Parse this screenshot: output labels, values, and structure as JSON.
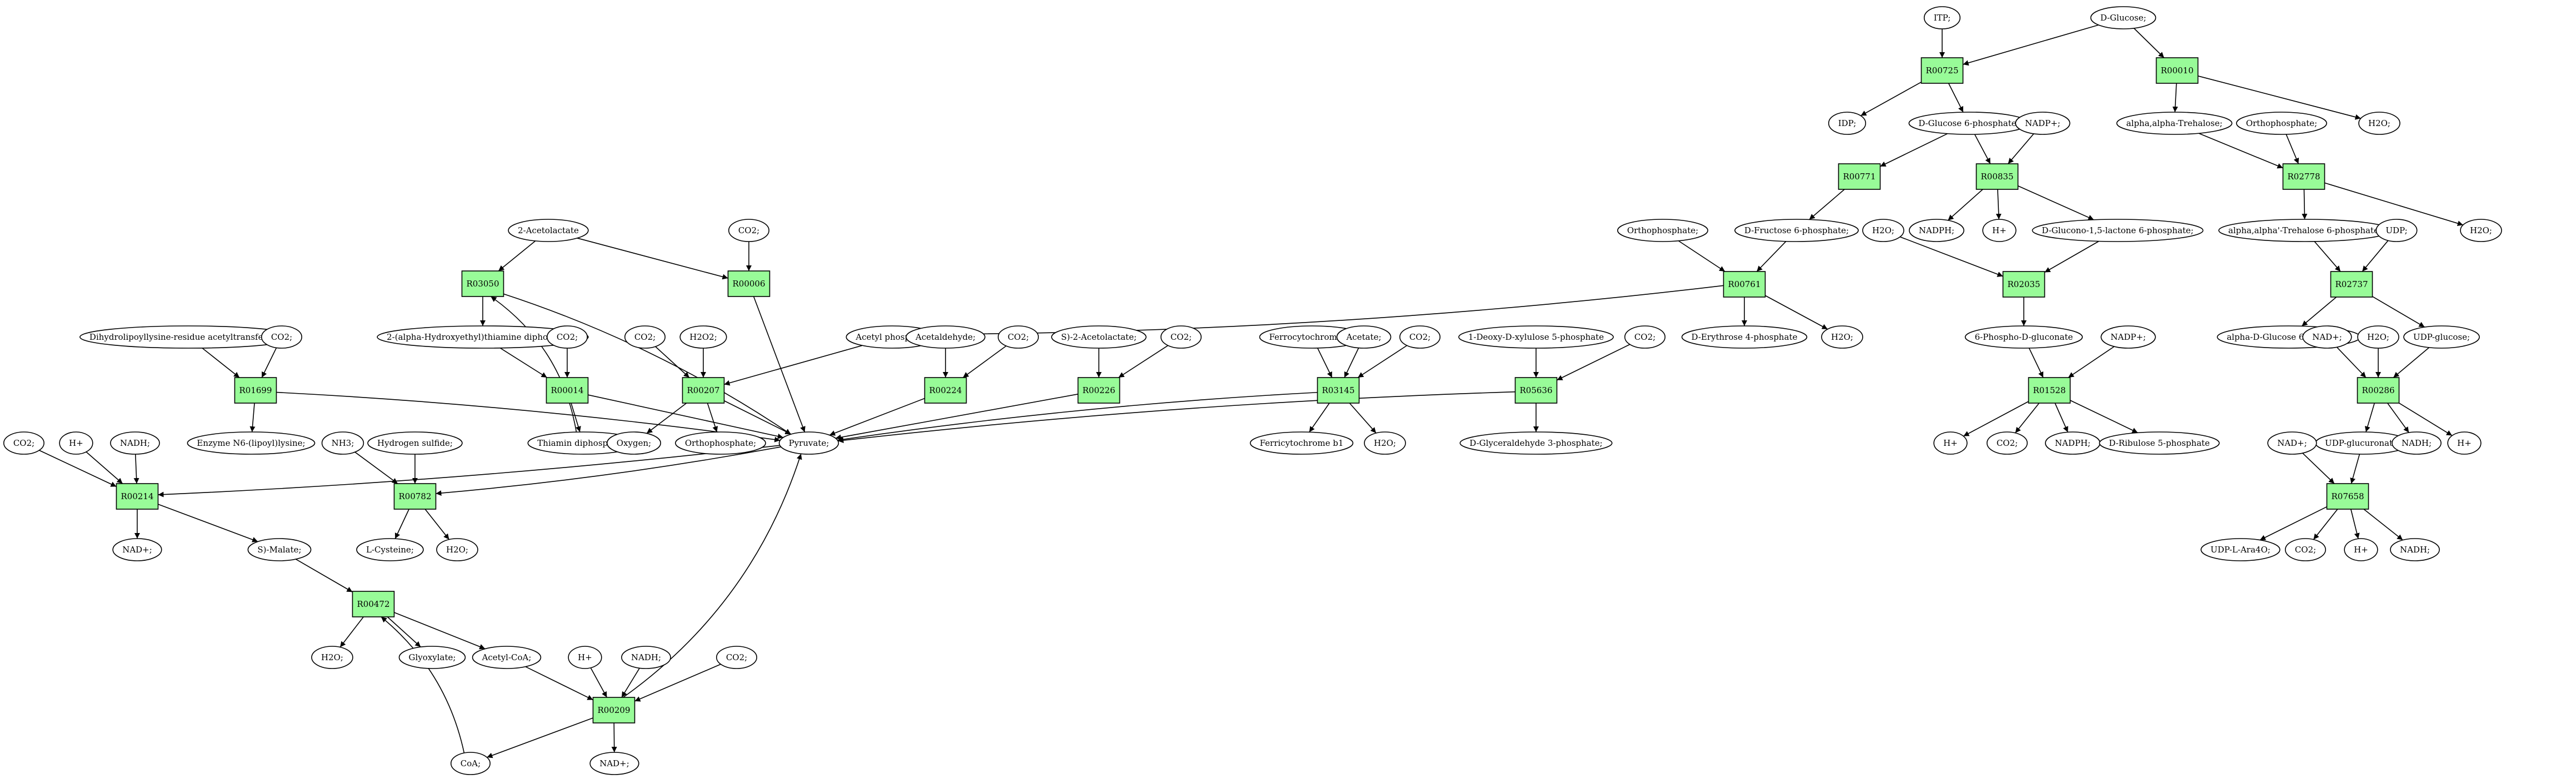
{
  "diagram": {
    "colors": {
      "reaction_fill": "#98fb98",
      "start_fill": "#00ee00",
      "target_fill": "#ffff00",
      "stroke": "#000000",
      "background": "#ffffff"
    },
    "nodes": [
      {
        "id": "r00725",
        "label": "R00725",
        "kind": "reaction"
      },
      {
        "id": "r00010",
        "label": "R00010",
        "kind": "reaction"
      },
      {
        "id": "r00771",
        "label": "R00771",
        "kind": "reaction"
      },
      {
        "id": "r00835",
        "label": "R00835",
        "kind": "reaction"
      },
      {
        "id": "r02778",
        "label": "R02778",
        "kind": "reaction"
      },
      {
        "id": "r00761",
        "label": "R00761",
        "kind": "reaction"
      },
      {
        "id": "r02035",
        "label": "R02035",
        "kind": "reaction"
      },
      {
        "id": "r02737",
        "label": "R02737",
        "kind": "reaction"
      },
      {
        "id": "r03050",
        "label": "R03050",
        "kind": "reaction"
      },
      {
        "id": "r00006",
        "label": "R00006",
        "kind": "reaction"
      },
      {
        "id": "r01699",
        "label": "R01699",
        "kind": "reaction"
      },
      {
        "id": "r00014",
        "label": "R00014",
        "kind": "reaction"
      },
      {
        "id": "r00207",
        "label": "R00207",
        "kind": "reaction"
      },
      {
        "id": "r00224",
        "label": "R00224",
        "kind": "reaction"
      },
      {
        "id": "r00226",
        "label": "R00226",
        "kind": "reaction"
      },
      {
        "id": "r03145",
        "label": "R03145",
        "kind": "reaction"
      },
      {
        "id": "r05636",
        "label": "R05636",
        "kind": "reaction"
      },
      {
        "id": "r01528",
        "label": "R01528",
        "kind": "reaction"
      },
      {
        "id": "r00286",
        "label": "R00286",
        "kind": "reaction"
      },
      {
        "id": "r00214",
        "label": "R00214",
        "kind": "reaction"
      },
      {
        "id": "r00782",
        "label": "R00782",
        "kind": "reaction"
      },
      {
        "id": "r07658",
        "label": "R07658",
        "kind": "reaction"
      },
      {
        "id": "r00472",
        "label": "R00472",
        "kind": "reaction"
      },
      {
        "id": "r00209",
        "label": "R00209",
        "kind": "reaction"
      },
      {
        "id": "itp",
        "label": "ITP;",
        "kind": "compound"
      },
      {
        "id": "dglucose",
        "label": "D-Glucose;",
        "kind": "start"
      },
      {
        "id": "idp",
        "label": "IDP;",
        "kind": "compound"
      },
      {
        "id": "g6p",
        "label": "D-Glucose 6-phosphate;",
        "kind": "compound"
      },
      {
        "id": "nadp_a",
        "label": "NADP+;",
        "kind": "compound"
      },
      {
        "id": "trehalose",
        "label": "alpha,alpha-Trehalose;",
        "kind": "compound"
      },
      {
        "id": "ortho_a",
        "label": "Orthophosphate;",
        "kind": "compound"
      },
      {
        "id": "h2o_a",
        "label": "H2O;",
        "kind": "compound"
      },
      {
        "id": "ortho_b",
        "label": "Orthophosphate;",
        "kind": "compound"
      },
      {
        "id": "f6p",
        "label": "D-Fructose 6-phosphate;",
        "kind": "compound"
      },
      {
        "id": "h2o_b",
        "label": "H2O;",
        "kind": "compound"
      },
      {
        "id": "nadph_a",
        "label": "NADPH;",
        "kind": "compound"
      },
      {
        "id": "h_a",
        "label": "H+",
        "kind": "compound"
      },
      {
        "id": "glucono",
        "label": "D-Glucono-1,5-lactone 6-phosphate;",
        "kind": "compound"
      },
      {
        "id": "tre6p",
        "label": "alpha,alpha'-Trehalose 6-phosphate;",
        "kind": "compound"
      },
      {
        "id": "udp",
        "label": "UDP;",
        "kind": "compound"
      },
      {
        "id": "h2o_c",
        "label": "H2O;",
        "kind": "compound"
      },
      {
        "id": "e4p",
        "label": "D-Erythrose 4-phosphate",
        "kind": "compound"
      },
      {
        "id": "h2o_d",
        "label": "H2O;",
        "kind": "compound"
      },
      {
        "id": "pgluconate",
        "label": "6-Phospho-D-gluconate",
        "kind": "compound"
      },
      {
        "id": "nadp_b",
        "label": "NADP+;",
        "kind": "compound"
      },
      {
        "id": "adg6p",
        "label": "alpha-D-Glucose 6-phosphate",
        "kind": "compound"
      },
      {
        "id": "nad_a",
        "label": "NAD+;",
        "kind": "compound"
      },
      {
        "id": "h2o_e",
        "label": "H2O;",
        "kind": "compound"
      },
      {
        "id": "udpglc",
        "label": "UDP-glucose;",
        "kind": "compound"
      },
      {
        "id": "acetolactate",
        "label": "2-Acetolactate",
        "kind": "compound"
      },
      {
        "id": "co2_a",
        "label": "CO2;",
        "kind": "compound"
      },
      {
        "id": "hethtpp",
        "label": "2-(alpha-Hydroxyethyl)thiamine diphosphate;",
        "kind": "compound"
      },
      {
        "id": "acetylp",
        "label": "Acetyl phosphate",
        "kind": "compound"
      },
      {
        "id": "acetaldehyde",
        "label": "Acetaldehyde;",
        "kind": "compound"
      },
      {
        "id": "co2_b",
        "label": "CO2;",
        "kind": "compound"
      },
      {
        "id": "s2acetolactate",
        "label": "S)-2-Acetolactate;",
        "kind": "compound"
      },
      {
        "id": "co2_c",
        "label": "CO2;",
        "kind": "compound"
      },
      {
        "id": "ferrocyt",
        "label": "Ferrocytochrome b1",
        "kind": "compound"
      },
      {
        "id": "acetate",
        "label": "Acetate;",
        "kind": "compound"
      },
      {
        "id": "co2_d",
        "label": "CO2;",
        "kind": "compound"
      },
      {
        "id": "dxylulose",
        "label": "1-Deoxy-D-xylulose 5-phosphate",
        "kind": "compound"
      },
      {
        "id": "co2_e",
        "label": "CO2;",
        "kind": "compound"
      },
      {
        "id": "dihydro",
        "label": "Dihydrolipoyllysine-residue acetyltransferase];",
        "kind": "compound"
      },
      {
        "id": "co2_f",
        "label": "CO2;",
        "kind": "compound"
      },
      {
        "id": "co2_g",
        "label": "CO2;",
        "kind": "compound"
      },
      {
        "id": "h2o2",
        "label": "H2O2;",
        "kind": "compound"
      },
      {
        "id": "enzyme",
        "label": "Enzyme N6-(lipoyl)lysine;",
        "kind": "compound"
      },
      {
        "id": "thiamin",
        "label": "Thiamin diphosphate;",
        "kind": "compound"
      },
      {
        "id": "oxygen",
        "label": "Oxygen;",
        "kind": "compound"
      },
      {
        "id": "ortho_c",
        "label": "Orthophosphate;",
        "kind": "compound"
      },
      {
        "id": "pyruvate",
        "label": "Pyruvate;",
        "kind": "compound"
      },
      {
        "id": "ferricyt",
        "label": "Ferricytochrome b1",
        "kind": "compound"
      },
      {
        "id": "h2o_f",
        "label": "H2O;",
        "kind": "compound"
      },
      {
        "id": "g3p",
        "label": "D-Glyceraldehyde 3-phosphate;",
        "kind": "compound"
      },
      {
        "id": "h_b",
        "label": "H+",
        "kind": "compound"
      },
      {
        "id": "co2_h",
        "label": "CO2;",
        "kind": "compound"
      },
      {
        "id": "nadph_b",
        "label": "NADPH;",
        "kind": "compound"
      },
      {
        "id": "ribulose",
        "label": "D-Ribulose 5-phosphate",
        "kind": "compound"
      },
      {
        "id": "udpglcur",
        "label": "UDP-glucuronate;",
        "kind": "compound"
      },
      {
        "id": "nadh_a",
        "label": "NADH;",
        "kind": "compound"
      },
      {
        "id": "h_c",
        "label": "H+",
        "kind": "compound"
      },
      {
        "id": "co2_i",
        "label": "CO2;",
        "kind": "compound"
      },
      {
        "id": "h_d",
        "label": "H+",
        "kind": "compound"
      },
      {
        "id": "nadh_b",
        "label": "NADH;",
        "kind": "compound"
      },
      {
        "id": "nh3",
        "label": "NH3;",
        "kind": "compound"
      },
      {
        "id": "h2s",
        "label": "Hydrogen sulfide;",
        "kind": "compound"
      },
      {
        "id": "nad_b",
        "label": "NAD+;",
        "kind": "compound"
      },
      {
        "id": "nad_c",
        "label": "NAD+;",
        "kind": "compound"
      },
      {
        "id": "smalate",
        "label": "S)-Malate;",
        "kind": "compound"
      },
      {
        "id": "lcys",
        "label": "L-Cysteine;",
        "kind": "target"
      },
      {
        "id": "h2o_g",
        "label": "H2O;",
        "kind": "compound"
      },
      {
        "id": "udpara",
        "label": "UDP-L-Ara4O;",
        "kind": "compound"
      },
      {
        "id": "co2_j",
        "label": "CO2;",
        "kind": "compound"
      },
      {
        "id": "h_e",
        "label": "H+",
        "kind": "compound"
      },
      {
        "id": "nadh_c",
        "label": "NADH;",
        "kind": "compound"
      },
      {
        "id": "h2o_h",
        "label": "H2O;",
        "kind": "compound"
      },
      {
        "id": "glyoxylate",
        "label": "Glyoxylate;",
        "kind": "compound"
      },
      {
        "id": "acetylcoa",
        "label": "Acetyl-CoA;",
        "kind": "compound"
      },
      {
        "id": "h_f",
        "label": "H+",
        "kind": "compound"
      },
      {
        "id": "nadh_d",
        "label": "NADH;",
        "kind": "compound"
      },
      {
        "id": "co2_k",
        "label": "CO2;",
        "kind": "compound"
      },
      {
        "id": "coa",
        "label": "CoA;",
        "kind": "compound"
      },
      {
        "id": "nad_d",
        "label": "NAD+;",
        "kind": "compound"
      }
    ],
    "edges": [
      [
        "itp",
        "r00725"
      ],
      [
        "dglucose",
        "r00725"
      ],
      [
        "dglucose",
        "r00010"
      ],
      [
        "r00725",
        "idp"
      ],
      [
        "r00725",
        "g6p"
      ],
      [
        "r00010",
        "trehalose"
      ],
      [
        "r00010",
        "h2o_a"
      ],
      [
        "g6p",
        "r00771"
      ],
      [
        "g6p",
        "r00835"
      ],
      [
        "nadp_a",
        "r00835"
      ],
      [
        "trehalose",
        "r02778"
      ],
      [
        "ortho_a",
        "r02778"
      ],
      [
        "r00771",
        "f6p"
      ],
      [
        "r00835",
        "nadph_a"
      ],
      [
        "r00835",
        "h_a"
      ],
      [
        "r00835",
        "glucono"
      ],
      [
        "r02778",
        "tre6p"
      ],
      [
        "r02778",
        "h2o_c"
      ],
      [
        "ortho_b",
        "r00761"
      ],
      [
        "f6p",
        "r00761"
      ],
      [
        "r00761",
        "e4p"
      ],
      [
        "r00761",
        "h2o_d"
      ],
      [
        "r00761",
        "acetylp"
      ],
      [
        "h2o_b",
        "r02035"
      ],
      [
        "glucono",
        "r02035"
      ],
      [
        "r02035",
        "pgluconate"
      ],
      [
        "tre6p",
        "r02737"
      ],
      [
        "udp",
        "r02737"
      ],
      [
        "r02737",
        "adg6p"
      ],
      [
        "r02737",
        "udpglc"
      ],
      [
        "acetolactate",
        "r03050"
      ],
      [
        "acetolactate",
        "r00006"
      ],
      [
        "co2_a",
        "r00006"
      ],
      [
        "r03050",
        "hethtpp"
      ],
      [
        "r03050",
        "pyruvate"
      ],
      [
        "r00006",
        "pyruvate"
      ],
      [
        "hethtpp",
        "r00014"
      ],
      [
        "co2_g",
        "r00014"
      ],
      [
        "r00014",
        "thiamin"
      ],
      [
        "r00014",
        "pyruvate"
      ],
      [
        "thiamin",
        "r03050"
      ],
      [
        "acetylp",
        "r00207"
      ],
      [
        "h2o2",
        "r00207"
      ],
      [
        "co2_f",
        "r00207"
      ],
      [
        "r00207",
        "oxygen"
      ],
      [
        "r00207",
        "ortho_c"
      ],
      [
        "r00207",
        "pyruvate"
      ],
      [
        "acetaldehyde",
        "r00224"
      ],
      [
        "co2_b",
        "r00224"
      ],
      [
        "r00224",
        "pyruvate"
      ],
      [
        "s2acetolactate",
        "r00226"
      ],
      [
        "co2_c",
        "r00226"
      ],
      [
        "r00226",
        "pyruvate"
      ],
      [
        "ferrocyt",
        "r03145"
      ],
      [
        "acetate",
        "r03145"
      ],
      [
        "co2_d",
        "r03145"
      ],
      [
        "r03145",
        "ferricyt"
      ],
      [
        "r03145",
        "h2o_f"
      ],
      [
        "r03145",
        "pyruvate"
      ],
      [
        "dxylulose",
        "r05636"
      ],
      [
        "co2_e",
        "r05636"
      ],
      [
        "r05636",
        "g3p"
      ],
      [
        "r05636",
        "pyruvate"
      ],
      [
        "pgluconate",
        "r01528"
      ],
      [
        "nadp_b",
        "r01528"
      ],
      [
        "r01528",
        "h_b"
      ],
      [
        "r01528",
        "co2_h"
      ],
      [
        "r01528",
        "nadph_b"
      ],
      [
        "r01528",
        "ribulose"
      ],
      [
        "nad_a",
        "r00286"
      ],
      [
        "h2o_e",
        "r00286"
      ],
      [
        "udpglc",
        "r00286"
      ],
      [
        "r00286",
        "udpglcur"
      ],
      [
        "r00286",
        "nadh_a"
      ],
      [
        "r00286",
        "h_c"
      ],
      [
        "dihydro",
        "r01699"
      ],
      [
        "co2_i",
        "r01699"
      ],
      [
        "r01699",
        "enzyme"
      ],
      [
        "r01699",
        "pyruvate"
      ],
      [
        "co2_i2",
        "r00214"
      ],
      [
        "h_d",
        "r00214"
      ],
      [
        "nadh_b",
        "r00214"
      ],
      [
        "pyruvate",
        "r00214"
      ],
      [
        "r00214",
        "nad_b"
      ],
      [
        "r00214",
        "smalate"
      ],
      [
        "nh3",
        "r00782"
      ],
      [
        "h2s",
        "r00782"
      ],
      [
        "pyruvate",
        "r00782"
      ],
      [
        "r00782",
        "lcys"
      ],
      [
        "r00782",
        "h2o_g"
      ],
      [
        "nad_c",
        "r07658"
      ],
      [
        "udpglcur",
        "r07658"
      ],
      [
        "r07658",
        "udpara"
      ],
      [
        "r07658",
        "co2_j"
      ],
      [
        "r07658",
        "h_e"
      ],
      [
        "r07658",
        "nadh_c"
      ],
      [
        "smalate",
        "r00472"
      ],
      [
        "coa",
        "r00472"
      ],
      [
        "r00472",
        "h2o_h"
      ],
      [
        "r00472",
        "glyoxylate"
      ],
      [
        "r00472",
        "acetylcoa"
      ],
      [
        "acetylcoa",
        "r00209"
      ],
      [
        "h_f",
        "r00209"
      ],
      [
        "nadh_d",
        "r00209"
      ],
      [
        "co2_k",
        "r00209"
      ],
      [
        "r00209",
        "coa"
      ],
      [
        "r00209",
        "nad_d"
      ],
      [
        "r00209",
        "pyruvate"
      ]
    ]
  }
}
